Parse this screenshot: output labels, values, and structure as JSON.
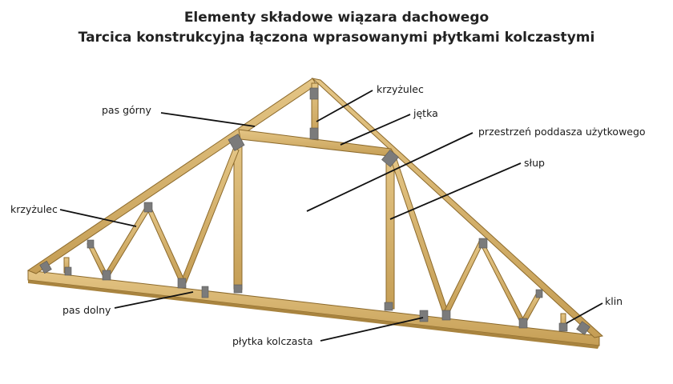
{
  "title": {
    "line1": "Elementy składowe wiązara dachowego",
    "line2": "Tarcica konstrukcyjna łączona wprasowanymi płytkami kolczastymi"
  },
  "labels": {
    "krzyzulec_top": "krzyżulec",
    "pas_gorny": "pas górny",
    "jetka": "jętka",
    "przestrzen": "przestrzeń poddasza użytkowego",
    "slup": "słup",
    "krzyzulec_left": "krzyżulec",
    "pas_dolny": "pas dolny",
    "plytka": "płytka kolczasta",
    "klin": "klin"
  },
  "colors": {
    "timber": "#d8b66e",
    "timber_dark": "#a9843f",
    "timber_edge": "#8c6a2c",
    "plate": "#7b7b7b",
    "leader": "#111111"
  }
}
